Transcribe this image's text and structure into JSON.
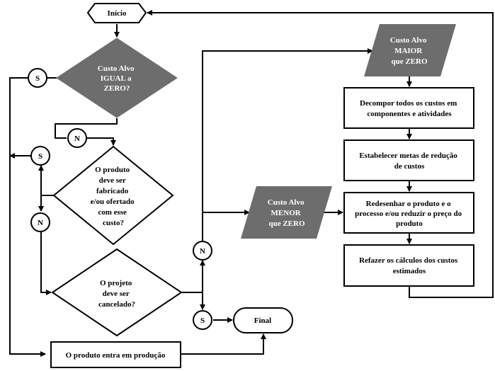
{
  "nodes": {
    "start": [
      "Início"
    ],
    "dec_zero": [
      "Custo Alvo",
      "IGUAL a",
      "ZERO?"
    ],
    "dec_fab": [
      "O produto",
      "deve ser",
      "fabricado",
      "e/ou ofertado",
      "com esse",
      "custo?"
    ],
    "dec_cancel": [
      "O projeto",
      "deve ser",
      "cancelado?"
    ],
    "prod": [
      "O produto entra em produção"
    ],
    "final": [
      "Final"
    ],
    "maior": [
      "Custo Alvo",
      "MAIOR",
      "que ZERO"
    ],
    "menor": [
      "Custo Alvo",
      "MENOR",
      "que ZERO"
    ],
    "box1": [
      "Decompor todos os custos em",
      "componentes e atividades"
    ],
    "box2": [
      "Estabelecer metas de redução",
      "de custos"
    ],
    "box3": [
      "Redesenhar o produto e o",
      "processo e/ou reduzir o preço do",
      "produto"
    ],
    "box4": [
      "Refazer os cálculos dos custos",
      "estimados"
    ]
  },
  "connectors": {
    "s1": "S",
    "n1": "N",
    "s2": "S",
    "n2": "N",
    "n3": "N",
    "s3": "S"
  },
  "colors": {
    "dark_fill": "#6d6d6d",
    "stroke": "#000000"
  }
}
